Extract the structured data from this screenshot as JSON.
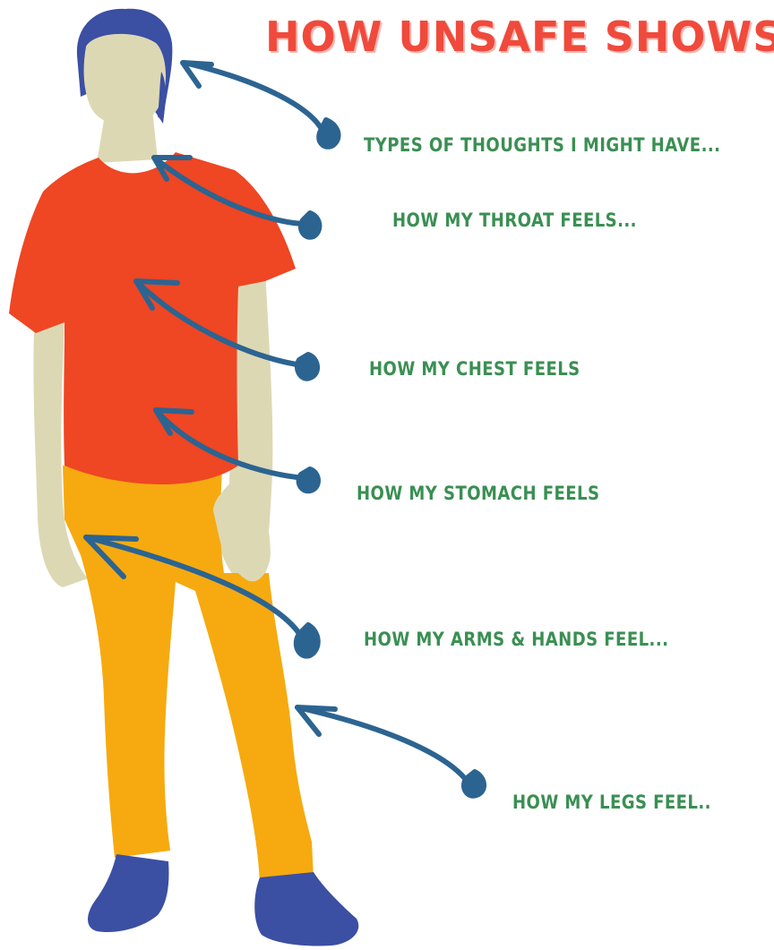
{
  "title": "HOW UNSAFE SHOWS",
  "labels": {
    "thoughts": "TYPES OF THOUGHTS I MIGHT HAVE...",
    "throat": "HOW MY THROAT FEELS...",
    "chest": "HOW MY CHEST FEELS",
    "stomach": "HOW MY STOMACH FEELS",
    "arms": "HOW MY ARMS & HANDS FEEL...",
    "legs": "HOW MY LEGS FEEL.."
  },
  "icons": {
    "figure": "human-figure",
    "arrow": "curved-arrow-icon"
  },
  "colors": {
    "title": "#ef4a3c",
    "label": "#3a8f53",
    "arrow": "#2c6491",
    "skin": "#ddd8b4",
    "hair_shoes": "#3b4fa3",
    "shirt": "#ef4623",
    "pants": "#f6aa10"
  }
}
